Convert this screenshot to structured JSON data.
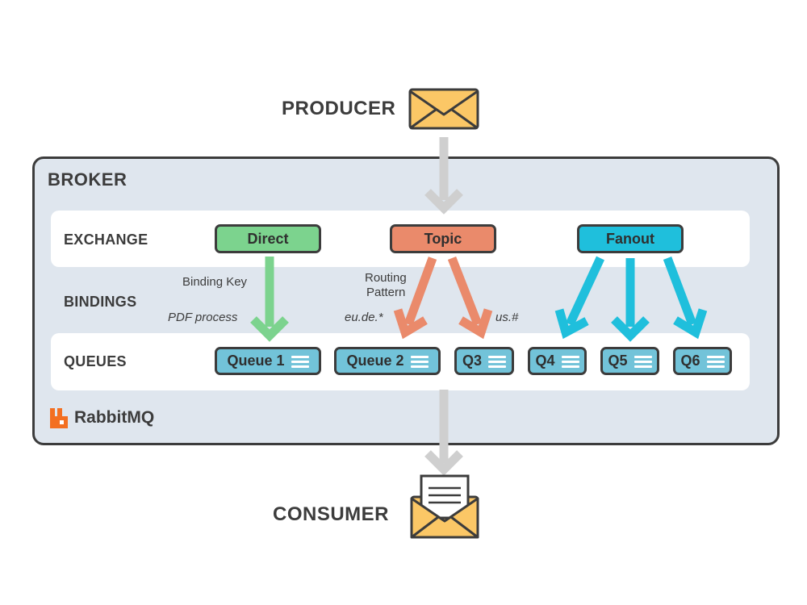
{
  "producer": {
    "label": "PRODUCER"
  },
  "consumer": {
    "label": "CONSUMER"
  },
  "broker": {
    "label": "BROKER"
  },
  "rows": {
    "exchange": "EXCHANGE",
    "bindings": "BINDINGS",
    "queues": "QUEUES"
  },
  "exchanges": {
    "direct": {
      "label": "Direct",
      "color": "#7cd38e"
    },
    "topic": {
      "label": "Topic",
      "color": "#ea8a6b"
    },
    "fanout": {
      "label": "Fanout",
      "color": "#1fbfdc"
    }
  },
  "bindings": {
    "binding_key": "Binding Key",
    "routing_pattern_1": "Routing",
    "routing_pattern_2": "Pattern",
    "pdf_process": "PDF process",
    "eu_de": "eu.de.*",
    "us": "us.#"
  },
  "queues": [
    {
      "label": "Queue 1"
    },
    {
      "label": "Queue 2"
    },
    {
      "label": "Q3"
    },
    {
      "label": "Q4"
    },
    {
      "label": "Q5"
    },
    {
      "label": "Q6"
    }
  ],
  "logo": {
    "text": "RabbitMQ",
    "color": "#f36f21"
  },
  "colors": {
    "outline": "#3c3c3c",
    "broker_bg": "#dfe6ee",
    "queue_fill": "#72c3d9",
    "envelope": "#fbc766",
    "arrow_gray": "#cfcfcf"
  }
}
